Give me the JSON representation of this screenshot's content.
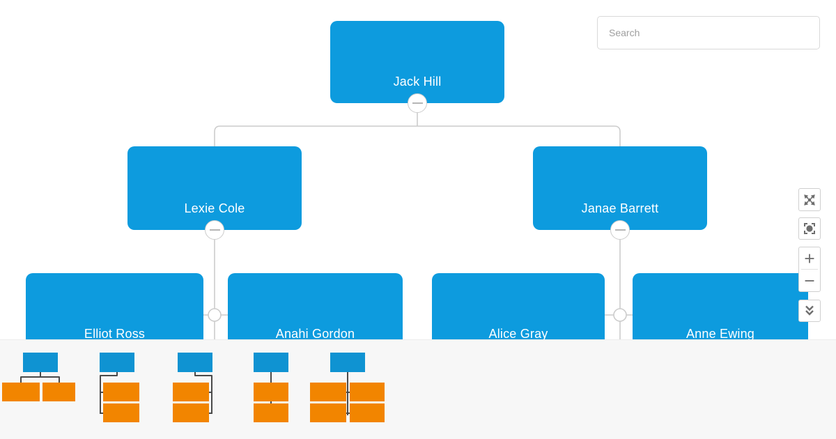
{
  "search": {
    "placeholder": "Search"
  },
  "chart": {
    "nodes": {
      "root": {
        "name": "Jack Hill"
      },
      "child_left": {
        "name": "Lexie Cole"
      },
      "child_right": {
        "name": "Janae Barrett"
      },
      "grandchild_1": {
        "name": "Elliot Ross"
      },
      "grandchild_2": {
        "name": "Anahi Gordon"
      },
      "grandchild_3": {
        "name": "Alice Gray"
      },
      "grandchild_4": {
        "name": "Anne Ewing"
      }
    }
  },
  "toolbar": {
    "buttons": [
      {
        "icon": "expand-arrows-icon",
        "action": "expand"
      },
      {
        "icon": "fit-screen-icon",
        "action": "fit"
      },
      {
        "icon": "zoom-in-icon",
        "action": "zoom-in"
      },
      {
        "icon": "zoom-out-icon",
        "action": "zoom-out"
      },
      {
        "icon": "collapse-all-icon",
        "action": "collapse-all"
      }
    ]
  },
  "layout_picker": {
    "options": [
      {
        "id": "normal",
        "icon": "layout-normal-icon"
      },
      {
        "id": "tree-left",
        "icon": "layout-tree-left-icon"
      },
      {
        "id": "tree-right",
        "icon": "layout-tree-right-icon"
      },
      {
        "id": "vertical",
        "icon": "layout-vertical-icon"
      },
      {
        "id": "grid",
        "icon": "layout-grid-icon"
      }
    ]
  },
  "colors": {
    "node_blue": "#0d9bde",
    "thumb_blue": "#0f93d2",
    "thumb_orange": "#f28500",
    "connector": "#cccccc",
    "thumb_connector": "#4a4a4a",
    "icon_gray": "#6e6e6e",
    "panel_bg": "#f7f7f7"
  }
}
